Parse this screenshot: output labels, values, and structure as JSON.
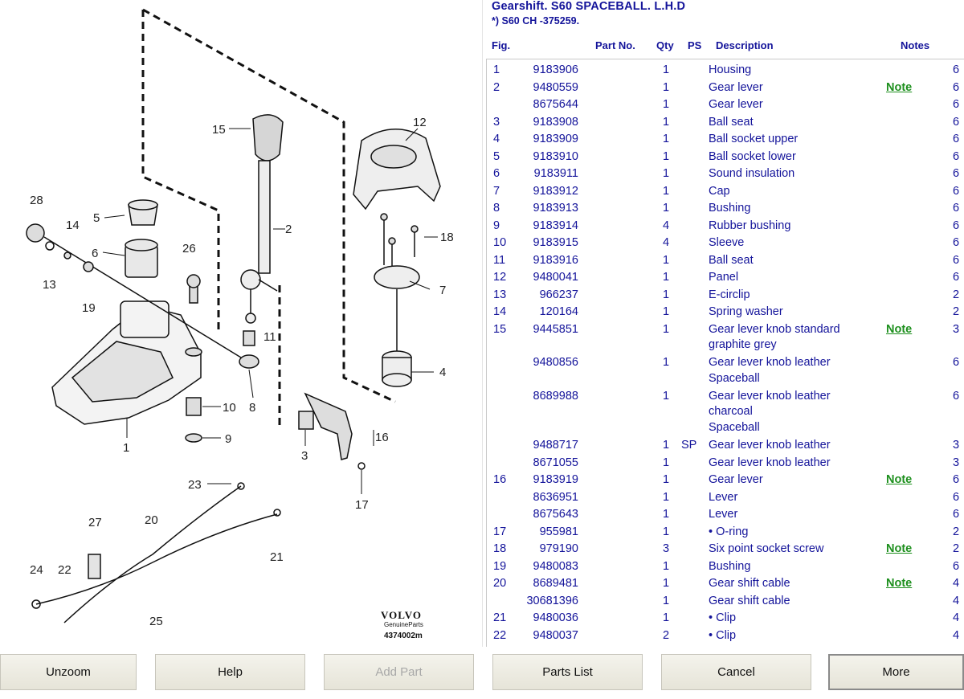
{
  "title": "Gearshift. S60 SPACEBALL. L.H.D",
  "subtitle": "*) S60 CH -375259.",
  "columns": {
    "fig": "Fig.",
    "part": "Part No.",
    "qty": "Qty",
    "ps": "PS",
    "desc": "Description",
    "notes": "Notes"
  },
  "rows": [
    {
      "fig": "1",
      "part": "9183906",
      "qty": "1",
      "ps": "",
      "desc": "Housing",
      "note": "",
      "extra": "6"
    },
    {
      "fig": "2",
      "part": "9480559",
      "qty": "1",
      "ps": "",
      "desc": "Gear lever",
      "note": "Note",
      "extra": "6"
    },
    {
      "fig": "",
      "part": "8675644",
      "qty": "1",
      "ps": "",
      "desc": "Gear lever",
      "note": "",
      "extra": "6"
    },
    {
      "fig": "3",
      "part": "9183908",
      "qty": "1",
      "ps": "",
      "desc": "Ball seat",
      "note": "",
      "extra": "6"
    },
    {
      "fig": "4",
      "part": "9183909",
      "qty": "1",
      "ps": "",
      "desc": "Ball socket upper",
      "note": "",
      "extra": "6"
    },
    {
      "fig": "5",
      "part": "9183910",
      "qty": "1",
      "ps": "",
      "desc": "Ball socket lower",
      "note": "",
      "extra": "6"
    },
    {
      "fig": "6",
      "part": "9183911",
      "qty": "1",
      "ps": "",
      "desc": "Sound insulation",
      "note": "",
      "extra": "6"
    },
    {
      "fig": "7",
      "part": "9183912",
      "qty": "1",
      "ps": "",
      "desc": "Cap",
      "note": "",
      "extra": "6"
    },
    {
      "fig": "8",
      "part": "9183913",
      "qty": "1",
      "ps": "",
      "desc": "Bushing",
      "note": "",
      "extra": "6"
    },
    {
      "fig": "9",
      "part": "9183914",
      "qty": "4",
      "ps": "",
      "desc": "Rubber bushing",
      "note": "",
      "extra": "6"
    },
    {
      "fig": "10",
      "part": "9183915",
      "qty": "4",
      "ps": "",
      "desc": "Sleeve",
      "note": "",
      "extra": "6"
    },
    {
      "fig": "11",
      "part": "9183916",
      "qty": "1",
      "ps": "",
      "desc": "Ball seat",
      "note": "",
      "extra": "6"
    },
    {
      "fig": "12",
      "part": "9480041",
      "qty": "1",
      "ps": "",
      "desc": "Panel",
      "note": "",
      "extra": "6"
    },
    {
      "fig": "13",
      "part": "966237",
      "qty": "1",
      "ps": "",
      "desc": "E-circlip",
      "note": "",
      "extra": "2"
    },
    {
      "fig": "14",
      "part": "120164",
      "qty": "1",
      "ps": "",
      "desc": "Spring washer",
      "note": "",
      "extra": "2"
    },
    {
      "fig": "15",
      "part": "9445851",
      "qty": "1",
      "ps": "",
      "desc": "Gear lever knob standard graphite grey",
      "note": "Note",
      "extra": "3",
      "lines": 2
    },
    {
      "fig": "",
      "part": "9480856",
      "qty": "1",
      "ps": "",
      "desc": "Gear lever knob leather Spaceball",
      "note": "",
      "extra": "6",
      "lines": 2
    },
    {
      "fig": "",
      "part": "8689988",
      "qty": "1",
      "ps": "",
      "desc": "Gear lever knob leather charcoal\nSpaceball",
      "note": "",
      "extra": "6",
      "lines": 3
    },
    {
      "fig": "",
      "part": "9488717",
      "qty": "1",
      "ps": "SP",
      "desc": "Gear lever knob leather",
      "note": "",
      "extra": "3"
    },
    {
      "fig": "",
      "part": "8671055",
      "qty": "1",
      "ps": "",
      "desc": "Gear lever knob leather",
      "note": "",
      "extra": "3"
    },
    {
      "fig": "16",
      "part": "9183919",
      "qty": "1",
      "ps": "",
      "desc": "Gear lever",
      "note": "Note",
      "extra": "6"
    },
    {
      "fig": "",
      "part": "8636951",
      "qty": "1",
      "ps": "",
      "desc": "Lever",
      "note": "",
      "extra": "6"
    },
    {
      "fig": "",
      "part": "8675643",
      "qty": "1",
      "ps": "",
      "desc": "Lever",
      "note": "",
      "extra": "6"
    },
    {
      "fig": "17",
      "part": "955981",
      "qty": "1",
      "ps": "",
      "desc": "• O-ring",
      "note": "",
      "extra": "2"
    },
    {
      "fig": "18",
      "part": "979190",
      "qty": "3",
      "ps": "",
      "desc": "Six point socket screw",
      "note": "Note",
      "extra": "2"
    },
    {
      "fig": "19",
      "part": "9480083",
      "qty": "1",
      "ps": "",
      "desc": "Bushing",
      "note": "",
      "extra": "6"
    },
    {
      "fig": "20",
      "part": "8689481",
      "qty": "1",
      "ps": "",
      "desc": "Gear shift cable",
      "note": "Note",
      "extra": "4"
    },
    {
      "fig": "",
      "part": "30681396",
      "qty": "1",
      "ps": "",
      "desc": "Gear shift cable",
      "note": "",
      "extra": "4"
    },
    {
      "fig": "21",
      "part": "9480036",
      "qty": "1",
      "ps": "",
      "desc": "• Clip",
      "note": "",
      "extra": "4"
    },
    {
      "fig": "22",
      "part": "9480037",
      "qty": "2",
      "ps": "",
      "desc": "• Clip",
      "note": "",
      "extra": "4"
    }
  ],
  "diagram": {
    "brand": "VOLVO",
    "brand_sub": "GenuineParts",
    "diagram_id": "4374002m",
    "callouts": [
      "1",
      "2",
      "3",
      "4",
      "5",
      "6",
      "7",
      "8",
      "9",
      "10",
      "11",
      "12",
      "13",
      "14",
      "15",
      "16",
      "17",
      "18",
      "19",
      "20",
      "21",
      "22",
      "23",
      "24",
      "25",
      "26",
      "27",
      "28"
    ]
  },
  "buttons": [
    {
      "label": "Unzoom",
      "state": "normal"
    },
    {
      "label": "Help",
      "state": "normal"
    },
    {
      "label": "Add Part",
      "state": "disabled"
    },
    {
      "label": "Parts List",
      "state": "normal"
    },
    {
      "label": "Cancel",
      "state": "normal"
    },
    {
      "label": "More",
      "state": "active"
    }
  ]
}
